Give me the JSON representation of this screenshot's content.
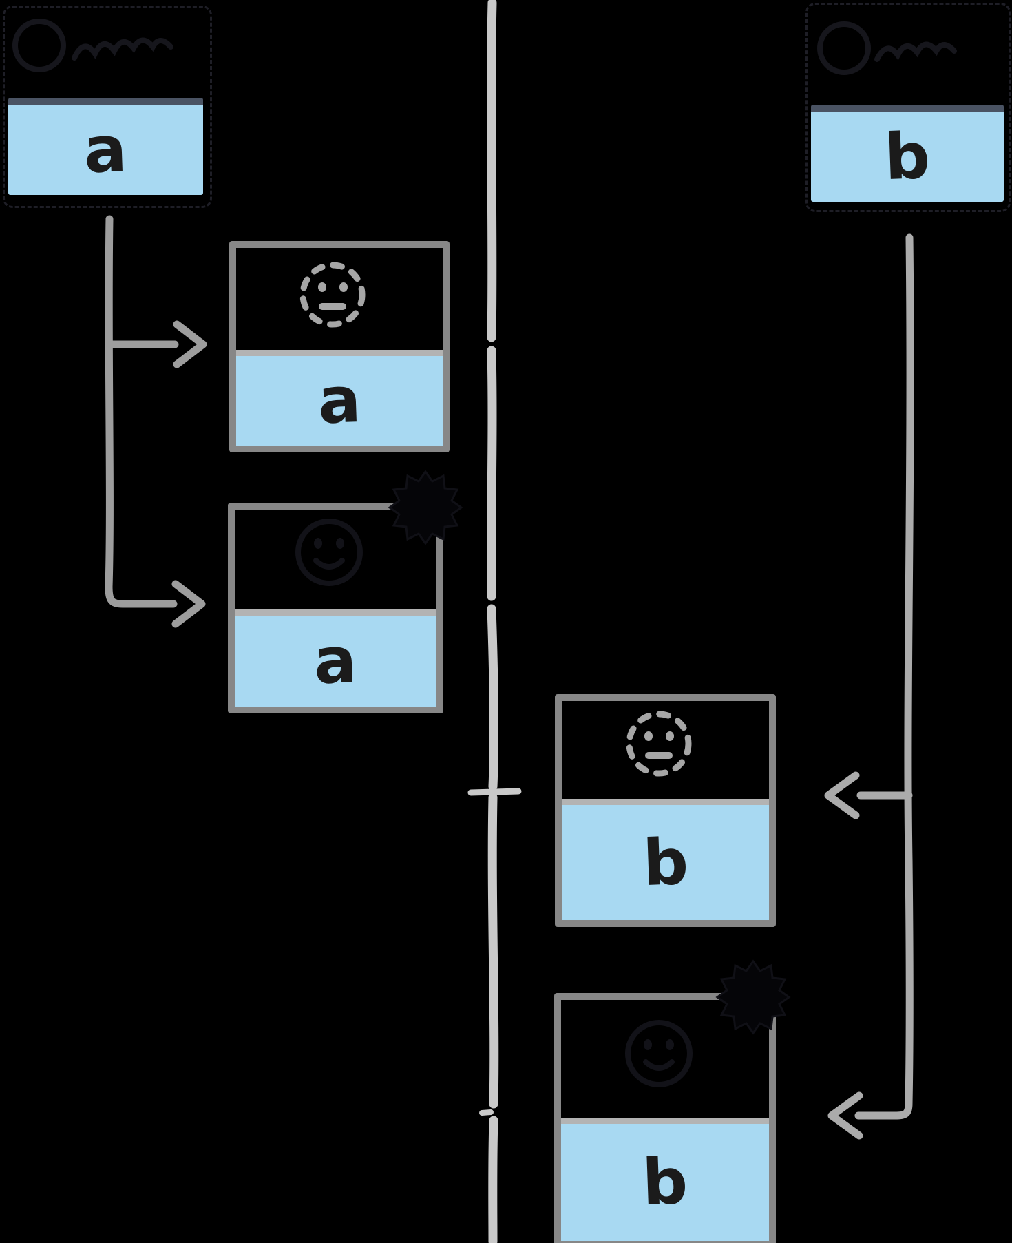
{
  "diagram": {
    "kind": "hand-drawn timeline diagram",
    "background": "#000000",
    "timeline": {
      "orientation": "vertical",
      "gap_count": 4
    }
  },
  "colors": {
    "card_blue": "#a8d9f2",
    "card_top_strip": "#4a5363",
    "card_border": "#878787",
    "card_divider": "#b3b3b3",
    "timeline": "#c9c9c9",
    "connector": "#a3a3a3",
    "dashed_face": "#a6a6a6",
    "dark_face": "#121218",
    "letter": "#1b1b1b",
    "tab_frame": "#1e1e26"
  },
  "tabs": [
    {
      "id": "tab-a",
      "icon": "scribble-logo-icon",
      "title": "",
      "card_letter": "a"
    },
    {
      "id": "tab-b",
      "icon": "scribble-logo-icon",
      "title": "",
      "card_letter": "b"
    }
  ],
  "face_cards": [
    {
      "side": "left",
      "letter": "a",
      "face": "dashed-neutral-face-icon",
      "poof": false
    },
    {
      "side": "left",
      "letter": "a",
      "face": "dark-smiley-face-icon",
      "poof": true
    },
    {
      "side": "right",
      "letter": "b",
      "face": "dashed-neutral-face-icon",
      "poof": false
    },
    {
      "side": "right",
      "letter": "b",
      "face": "dark-smiley-face-icon",
      "poof": true
    }
  ]
}
